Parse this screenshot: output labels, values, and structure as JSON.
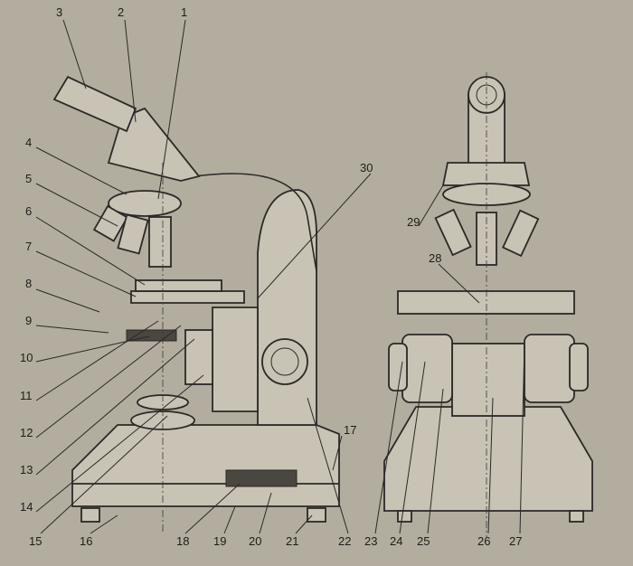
{
  "diagram": {
    "title": "Microscope parts diagram",
    "labels": [
      "1",
      "2",
      "3",
      "4",
      "5",
      "6",
      "7",
      "8",
      "9",
      "10",
      "11",
      "12",
      "13",
      "14",
      "15",
      "16",
      "17",
      "18",
      "19",
      "20",
      "21",
      "22",
      "23",
      "24",
      "25",
      "26",
      "27",
      "28",
      "29",
      "30"
    ]
  }
}
